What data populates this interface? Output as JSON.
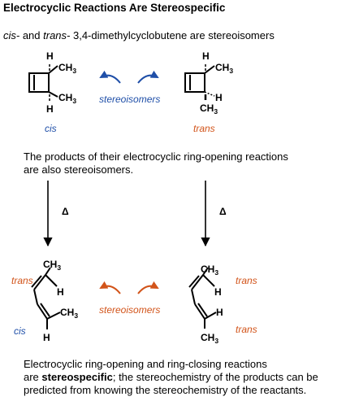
{
  "title": "Electrocyclic Reactions Are Stereospecific",
  "intro": {
    "cis_word": "cis-",
    "mid": " and ",
    "trans_word": "trans-",
    "rest": " 3,4-dimethylcyclobutene are stereoisomers"
  },
  "reactants": {
    "left_label": "cis",
    "right_label": "trans",
    "relation_label": "stereoisomers"
  },
  "products_note": [
    "The products of their electrocyclic ring-opening reactions",
    "are also stereoisomers."
  ],
  "heat_symbol": "Δ",
  "products": {
    "left_top_label": "trans",
    "left_bottom_label": "cis",
    "right_top_label": "trans",
    "right_bottom_label": "trans",
    "relation_label": "stereoisomers"
  },
  "atoms": {
    "h": "H",
    "ch3_main": "CH",
    "ch3_sub": "3"
  },
  "conclusion": {
    "line1": "Electrocyclic ring-opening and ring-closing reactions",
    "line2_pre": "are ",
    "line2_bold": "stereospecific",
    "line2_post": "; the stereochemistry of the products can be",
    "line3": "predicted from knowing the stereochemistry of the reactants."
  },
  "colors": {
    "blue": "#1f4fa8",
    "orange": "#d2541a",
    "green": "#1d8a1d"
  }
}
